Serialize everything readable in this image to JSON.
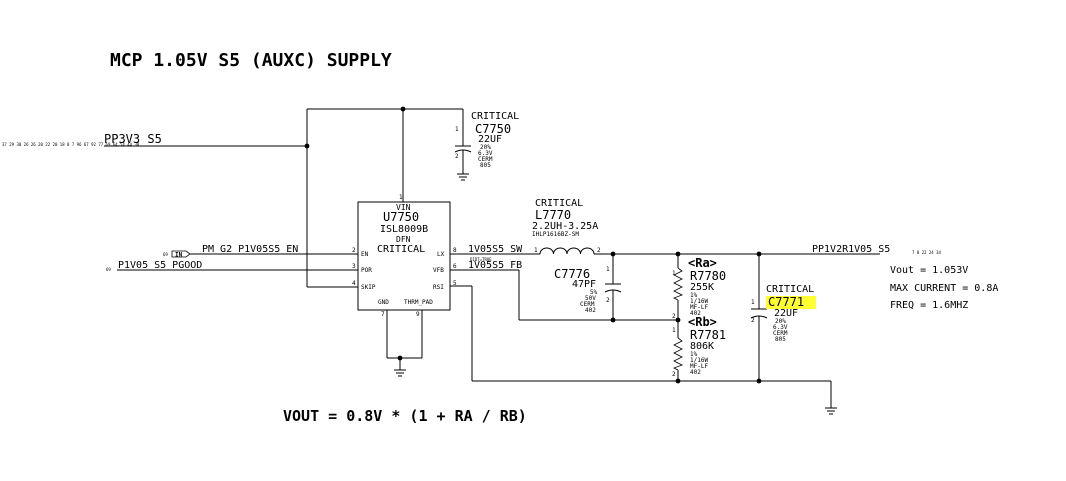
{
  "title": "MCP 1.05V S5 (AUXC) SUPPLY",
  "formula": "VOUT = 0.8V * (1 + RA / RB)",
  "ic": {
    "pin_vin_num": "1",
    "pin_vin": "VIN",
    "refdes": "U7750",
    "part": "ISL8009B",
    "package": "DFN",
    "critical": "CRITICAL",
    "pin_en": "EN",
    "pin_en_num": "2",
    "pin_por": "POR",
    "pin_por_num": "3",
    "pin_skip": "SKIP",
    "pin_skip_num": "4",
    "pin_lx": "LX",
    "pin_lx_num": "8",
    "pin_vfb": "VFB",
    "pin_vfb_num": "6",
    "pin_rsi": "RSI",
    "pin_rsi_num": "5",
    "pin_gnd": "GND",
    "pin_gnd_num": "7",
    "pin_thrm": "THRM_PAD",
    "pin_thrm_num": "9"
  },
  "nets": {
    "pp3v3": "PP3V3_S5",
    "pp3v3_refs": "37 29 30 26 26 20 22 20 18 8 7  96 67 92 77 69 64 54 44 38",
    "en": "PM_G2_P1V05S5_EN",
    "en_ref": "69",
    "en_port": "IN",
    "pgood": "P1V05_S5_PGOOD",
    "pgood_ref": "69",
    "sw": "1V05S5_SW",
    "sw_note": "DIDT=TRUE",
    "fb": "1V05S5_FB",
    "out": "PP1V2R1V05_S5",
    "out_refs": "7 8 22 24 34"
  },
  "c7750": {
    "critical": "CRITICAL",
    "refdes": "C7750",
    "value": "22UF",
    "specs": [
      "20%",
      "6.3V",
      "CERM",
      "805"
    ],
    "pin1": "1",
    "pin2": "2"
  },
  "l7770": {
    "critical": "CRITICAL",
    "refdes": "L7770",
    "value": "2.2UH-3.25A",
    "part": "IHLP1616BZ-SM",
    "pin1": "1",
    "pin2": "2"
  },
  "c7776": {
    "refdes": "C7776",
    "value": "47PF",
    "specs": [
      "5%",
      "50V",
      "CERM",
      "402"
    ],
    "pin1": "1",
    "pin2": "2"
  },
  "r7780": {
    "alias": "<Ra>",
    "refdes": "R7780",
    "value": "255K",
    "specs": [
      "1%",
      "1/16W",
      "MF-LF",
      "402"
    ],
    "pin1": "1",
    "pin2": "2"
  },
  "r7781": {
    "alias": "<Rb>",
    "refdes": "R7781",
    "value": "806K",
    "specs": [
      "1%",
      "1/16W",
      "MF-LF",
      "402"
    ],
    "pin1": "1",
    "pin2": "2"
  },
  "c7771": {
    "critical": "CRITICAL",
    "refdes": "C7771",
    "highlight": "#ffff33",
    "value": "22UF",
    "specs": [
      "20%",
      "6.3V",
      "CERM",
      "805"
    ],
    "pin1": "1",
    "pin2": "2"
  },
  "specs": {
    "vout": "Vout = 1.053V",
    "max_current": "MAX CURRENT = 0.8A",
    "freq": "FREQ = 1.6MHZ"
  }
}
